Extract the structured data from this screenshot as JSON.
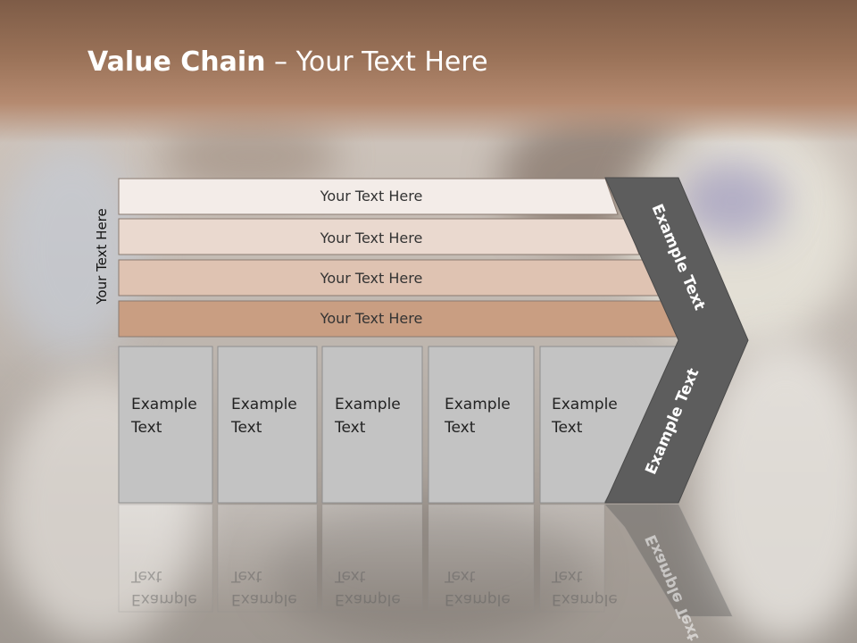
{
  "slide": {
    "title_bold": "Value Chain",
    "title_rest": " – Your Text Here",
    "side_label": "Your Text Here"
  },
  "bars": [
    {
      "label": "Your Text Here",
      "color": "#f3ece8"
    },
    {
      "label": "Your Text Here",
      "color": "#ead9cf"
    },
    {
      "label": "Your Text Here",
      "color": "#dfc3b2"
    },
    {
      "label": "Your Text Here",
      "color": "#c99e82"
    }
  ],
  "boxes": [
    {
      "line1": "Example",
      "line2": "Text"
    },
    {
      "line1": "Example",
      "line2": "Text"
    },
    {
      "line1": "Example",
      "line2": "Text"
    },
    {
      "line1": "Example",
      "line2": "Text"
    },
    {
      "line1": "Example",
      "line2": "Text"
    }
  ],
  "chevron": {
    "upper_label": "Example Text",
    "lower_label": "Example Text",
    "color": "#5d5d5d"
  }
}
